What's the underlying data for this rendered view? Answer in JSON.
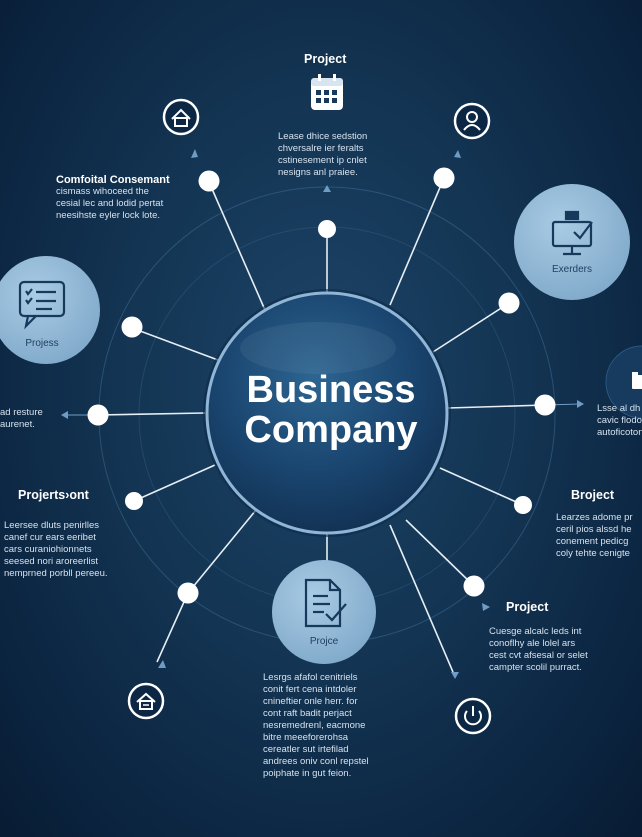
{
  "center": {
    "line1": "Business",
    "line2": "Company"
  },
  "top": {
    "title": "Project",
    "lines": [
      "Lease dhice sedstion",
      "chversalre ier feralts",
      "cstinesement ip cnlet",
      "nesigns anl praiee."
    ]
  },
  "left_top": {
    "lines": [
      "Comfoital Consemant",
      "cismass wihoceed the",
      "cesial lec and lodid pertat",
      "neesihste eyler lock lote."
    ]
  },
  "left_bubble": {
    "label": "Projess"
  },
  "left_mid": {
    "lines": [
      "ad resture",
      "aurenet."
    ]
  },
  "left_lower": {
    "title": "Projerts›ont",
    "lines": [
      "Leersee dluts penirlles",
      "canef cur ears eeribet",
      "cars curaniohionnets",
      "seesed nori aroreerlist",
      "nemprned porbll pereeu."
    ]
  },
  "right_bubble": {
    "label": "Exerders"
  },
  "right_mid": {
    "lines": [
      "Lsse al dh",
      "cavic flodo",
      "autoficoton"
    ]
  },
  "right_project": {
    "title": "Broject",
    "lines": [
      "Learzes adome pr",
      "ceril pios alssd he",
      "conement pedicg",
      "coly tehte cenigte"
    ]
  },
  "right_lower": {
    "title": "Project",
    "lines": [
      "Cuesge alcalc leds int",
      "conoflhy ale lolel ars",
      "cest cvt afsesal or selet",
      "campter scolil purract."
    ]
  },
  "bottom_bubble": {
    "label": "Projce"
  },
  "bottom": {
    "lines": [
      "Lesrgs afafol cenitriels",
      "conit fert cena intdoler",
      "cnineftier onle herr. for",
      "cont raft badit perjact",
      "nesremedrenl, eacmone",
      "bitre meeeforerohsa",
      "cereatler sut irtefilad",
      "andrees oniv conl repstel",
      "poiphate in gut feion."
    ]
  },
  "icons": {
    "top": "calendar-icon",
    "top_left": "home-icon",
    "top_right": "user-badge-icon",
    "left_bubble": "checklist-chat-icon",
    "right_bubble": "monitor-check-icon",
    "right_edge": "folder-icon",
    "bottom_bubble": "document-check-icon",
    "bottom_left": "house-tool-icon",
    "bottom_right": "power-icon"
  },
  "colors": {
    "background": "#0e2b48",
    "hub": "#1a4a73",
    "hub_border": "#8fb6d6",
    "bubble": "#8db5d4",
    "line": "#e6eef6",
    "arrow": "#6f9cc4"
  }
}
